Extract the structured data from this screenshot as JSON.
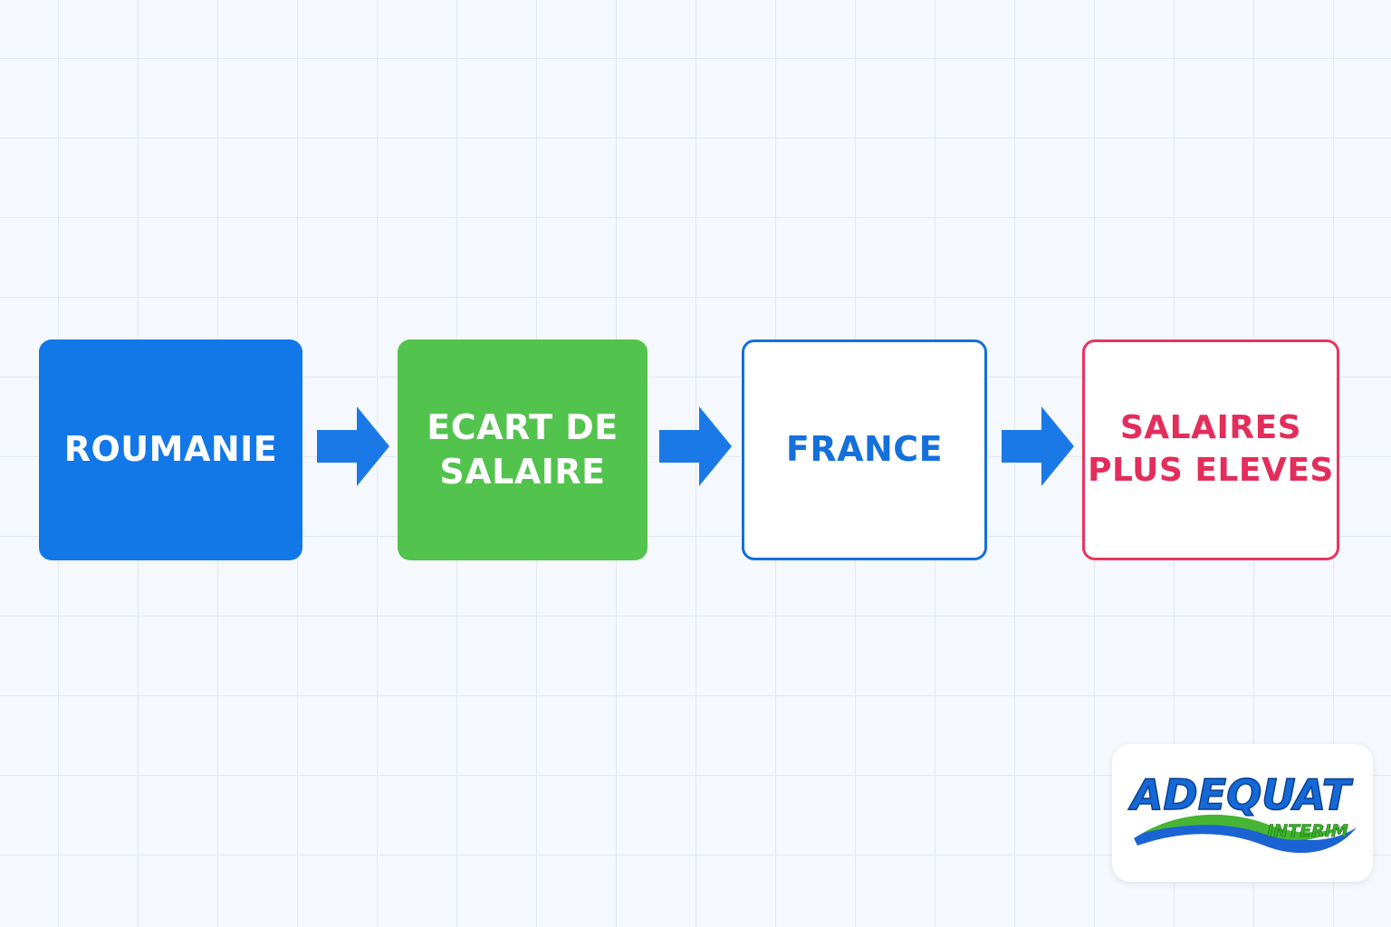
{
  "diagram": {
    "nodes": [
      {
        "label": "ROUMANIE",
        "fill": "#1278e8",
        "text_color": "#ffffff"
      },
      {
        "label": "ECART DE\nSALAIRE",
        "fill": "#52c34c",
        "text_color": "#ffffff"
      },
      {
        "label": "FRANCE",
        "fill": "#ffffff",
        "border_color": "#1470db",
        "text_color": "#1470db"
      },
      {
        "label": "SALAIRES\nPLUS ELEVES",
        "fill": "#ffffff",
        "border_color": "#e9345f",
        "text_color": "#e32d5b"
      }
    ],
    "edges": [
      {
        "from": "ROUMANIE",
        "to": "ECART DE\nSALAIRE",
        "icon": "arrow-right-icon"
      },
      {
        "from": "ECART DE\nSALAIRE",
        "to": "FRANCE",
        "icon": "arrow-right-icon"
      },
      {
        "from": "FRANCE",
        "to": "SALAIRES\nPLUS ELEVES",
        "icon": "arrow-right-icon"
      }
    ],
    "arrow_color": "#1a79e6"
  },
  "logo": {
    "brand": "ADEQUAT",
    "tagline": "INTERIM",
    "brand_color": "#1469d6",
    "tagline_color": "#38b02a"
  }
}
